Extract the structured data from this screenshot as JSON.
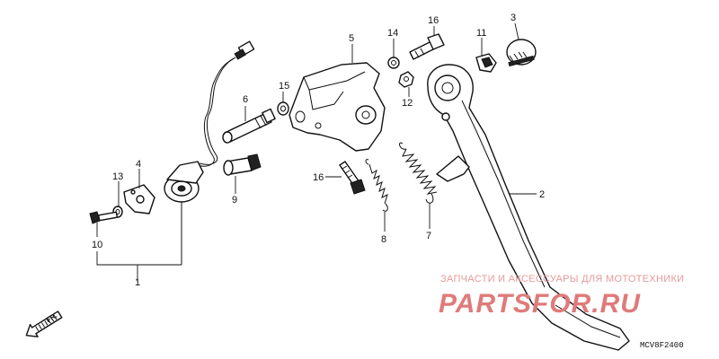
{
  "callouts": {
    "c1": "1",
    "c2": "2",
    "c3": "3",
    "c4": "4",
    "c5": "5",
    "c6": "6",
    "c7": "7",
    "c8": "8",
    "c9": "9",
    "c10": "10",
    "c11": "11",
    "c12": "12",
    "c13": "13",
    "c14": "14",
    "c15": "15",
    "c16a": "16",
    "c16b": "16"
  },
  "watermark": {
    "line1": "ЗАПЧАСТИ И АКСЕССУАРЫ ДЛЯ МОТОТЕХНИКИ",
    "line2": "PARTSFOR.RU"
  },
  "diagram_code": "MCV8F2400",
  "direction_label": "FR.",
  "colors": {
    "ink": "#111111",
    "watermark": "#e07a7a"
  }
}
